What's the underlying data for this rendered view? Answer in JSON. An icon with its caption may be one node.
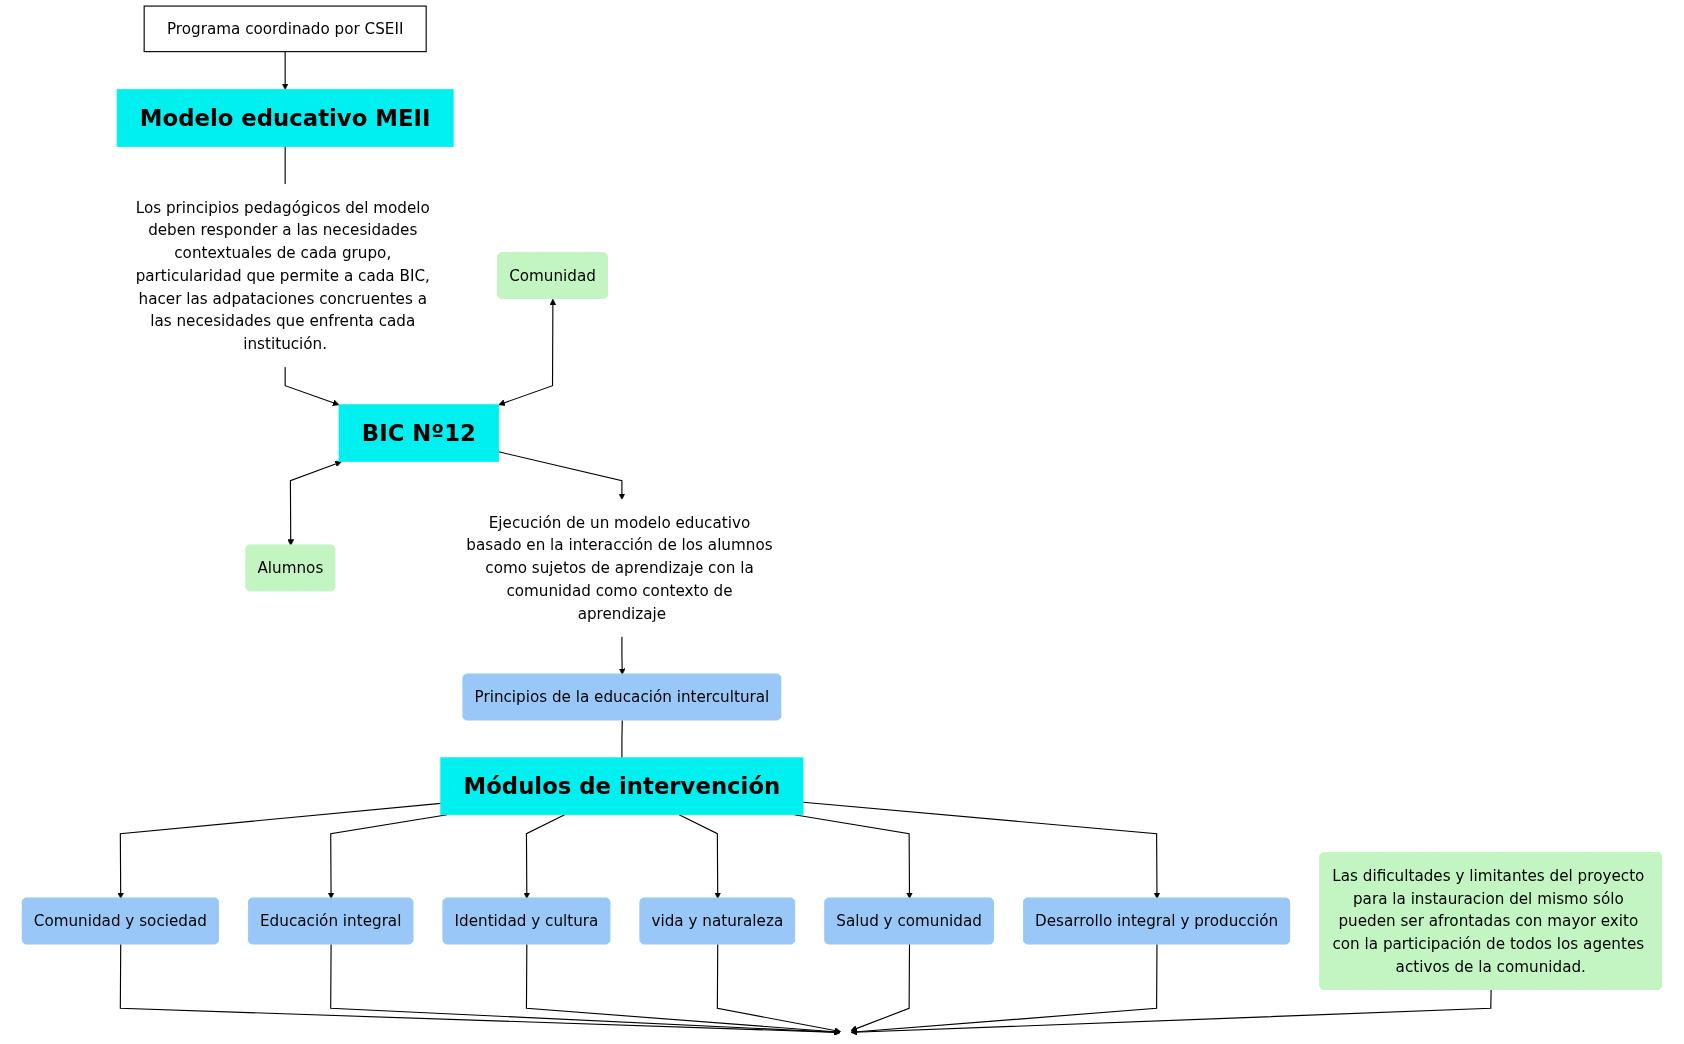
{
  "diagram": {
    "nodes": [
      {
        "text": [
          "Programa coordinado por CSEII"
        ]
      },
      {
        "text": [
          "Modelo educativo MEII"
        ]
      },
      {
        "text": [
          "Los principios pedagógicos del modelo deben responder a las necesidades contextuales de cada grupo, particularidad que permite a cada BIC, hacer las adpataciones concruentes a las necesidades que enfrenta cada institución."
        ]
      },
      {
        "text": [
          "Comunidad"
        ]
      },
      {
        "text": [
          "BIC Nº12"
        ]
      },
      {
        "text": [
          "Alumnos"
        ]
      },
      {
        "text": [
          "Ejecución de un modelo educativo basado en la interacción de los alumnos como sujetos de aprendizaje con la comunidad como contexto de aprendizaje"
        ]
      },
      {
        "text": [
          "Principios de la educación intercultural"
        ]
      },
      {
        "text": [
          "Módulos de intervención"
        ]
      },
      {
        "text": [
          "Comunidad y sociedad"
        ]
      },
      {
        "text": [
          "Educación integral"
        ]
      },
      {
        "text": [
          "Identidad y cultura"
        ]
      },
      {
        "text": [
          "vida y naturaleza"
        ]
      },
      {
        "text": [
          "Salud y comunidad"
        ]
      },
      {
        "text": [
          "Desarrollo integral y producción"
        ]
      },
      {
        "text": [
          "Las dificultades y limitantes del proyecto para la instauracion del mismo sólo pueden ser afrontadas con mayor exito con la participación de todos los agentes activos de la comunidad."
        ]
      }
    ],
    "edges": [
      {
        "from": 0,
        "to": 1,
        "arrow": "to"
      },
      {
        "from": 1,
        "to": 2,
        "arrow": "none"
      },
      {
        "from": 2,
        "to": 4,
        "arrow": "to"
      },
      {
        "from": 3,
        "to": 4,
        "arrow": "both"
      },
      {
        "from": 4,
        "to": 5,
        "arrow": "both"
      },
      {
        "from": 4,
        "to": 6,
        "arrow": "to"
      },
      {
        "from": 6,
        "to": 7,
        "arrow": "to"
      },
      {
        "from": 7,
        "to": 8,
        "arrow": "none"
      },
      {
        "from": 8,
        "to": 9,
        "arrow": "to"
      },
      {
        "from": 8,
        "to": 10,
        "arrow": "to"
      },
      {
        "from": 8,
        "to": 11,
        "arrow": "to"
      },
      {
        "from": 8,
        "to": 12,
        "arrow": "to"
      },
      {
        "from": 8,
        "to": 13,
        "arrow": "to"
      },
      {
        "from": 8,
        "to": 14,
        "arrow": "to"
      },
      {
        "from": 9,
        "to": null,
        "arrow": "to"
      },
      {
        "from": 10,
        "to": null,
        "arrow": "to"
      },
      {
        "from": 11,
        "to": null,
        "arrow": "to"
      },
      {
        "from": 12,
        "to": null,
        "arrow": "to"
      },
      {
        "from": 13,
        "to": null,
        "arrow": "to"
      },
      {
        "from": 14,
        "to": null,
        "arrow": "to"
      },
      {
        "from": 15,
        "to": null,
        "arrow": "to"
      }
    ]
  }
}
